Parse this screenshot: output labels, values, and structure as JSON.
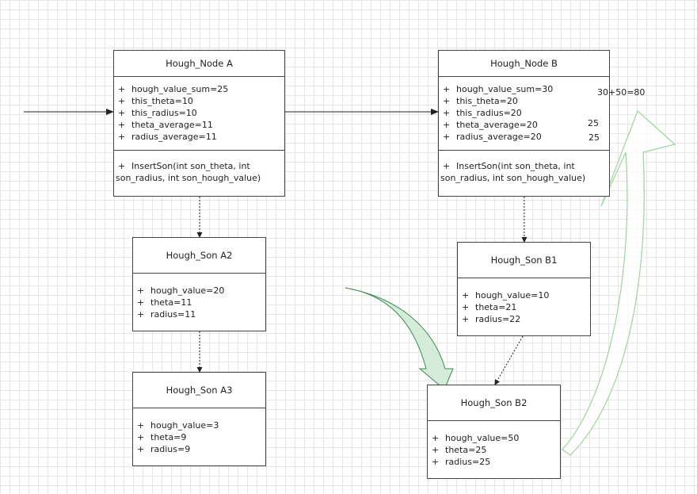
{
  "node_a": {
    "title": "Hough_Node A",
    "attributes": [
      {
        "prefix": "+",
        "text": "hough_value_sum=25"
      },
      {
        "prefix": "+",
        "text": "this_theta=10"
      },
      {
        "prefix": "+",
        "text": "this_radius=10"
      },
      {
        "prefix": "+",
        "text": "theta_average=11"
      },
      {
        "prefix": "+",
        "text": "radius_average=11"
      }
    ],
    "operation": {
      "prefix": "+",
      "text": "InsertSon(int son_theta, int son_radius, int son_hough_value)"
    }
  },
  "node_b": {
    "title": "Hough_Node B",
    "attributes": [
      {
        "prefix": "+",
        "text": "hough_value_sum=30"
      },
      {
        "prefix": "+",
        "text": "this_theta=20"
      },
      {
        "prefix": "+",
        "text": "this_radius=20"
      },
      {
        "prefix": "+",
        "text": "theta_average=20"
      },
      {
        "prefix": "+",
        "text": "radius_average=20"
      }
    ],
    "operation": {
      "prefix": "+",
      "text": "InsertSon(int son_theta, int son_radius, int son_hough_value)"
    }
  },
  "son_a2": {
    "title": "Hough_Son A2",
    "attributes": [
      {
        "prefix": "+",
        "text": "hough_value=20"
      },
      {
        "prefix": "+",
        "text": "theta=11"
      },
      {
        "prefix": "+",
        "text": "radius=11"
      }
    ]
  },
  "son_a3": {
    "title": "Hough_Son A3",
    "attributes": [
      {
        "prefix": "+",
        "text": "hough_value=3"
      },
      {
        "prefix": "+",
        "text": "theta=9"
      },
      {
        "prefix": "+",
        "text": "radius=9"
      }
    ]
  },
  "son_b1": {
    "title": "Hough_Son B1",
    "attributes": [
      {
        "prefix": "+",
        "text": "hough_value=10"
      },
      {
        "prefix": "+",
        "text": "theta=21"
      },
      {
        "prefix": "+",
        "text": "radius=22"
      }
    ]
  },
  "son_b2": {
    "title": "Hough_Son B2",
    "attributes": [
      {
        "prefix": "+",
        "text": "hough_value=50"
      },
      {
        "prefix": "+",
        "text": "theta=25"
      },
      {
        "prefix": "+",
        "text": "radius=25"
      }
    ]
  },
  "annotations": {
    "sum_result": "30+50=80",
    "theta_result": "25",
    "radius_result": "25"
  },
  "colors": {
    "box_border": "#444444",
    "line": "#222222",
    "curved_arrow_fill": "#d4ecd9",
    "curved_arrow_stroke": "#3c8a55",
    "big_arrow_stroke": "#9fd39f"
  }
}
